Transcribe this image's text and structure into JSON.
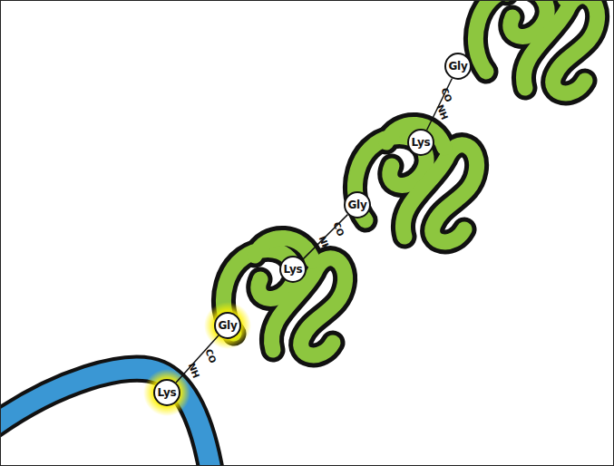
{
  "diagram": {
    "nodes": [
      {
        "text": [
          "Gly"
        ]
      },
      {
        "text": [
          "Lys"
        ]
      },
      {
        "text": [
          "Gly"
        ]
      },
      {
        "text": [
          "Lys"
        ]
      },
      {
        "text": [
          "Gly"
        ]
      },
      {
        "text": [
          "Lys"
        ]
      }
    ],
    "edges": [
      {
        "from": 0,
        "to": 1,
        "arrow": "none"
      },
      {
        "from": 2,
        "to": 3,
        "arrow": "none"
      },
      {
        "from": 4,
        "to": 5,
        "arrow": "none"
      }
    ],
    "labels": [
      "CO",
      "NH",
      "CO",
      "NH",
      "CO",
      "NH"
    ]
  }
}
